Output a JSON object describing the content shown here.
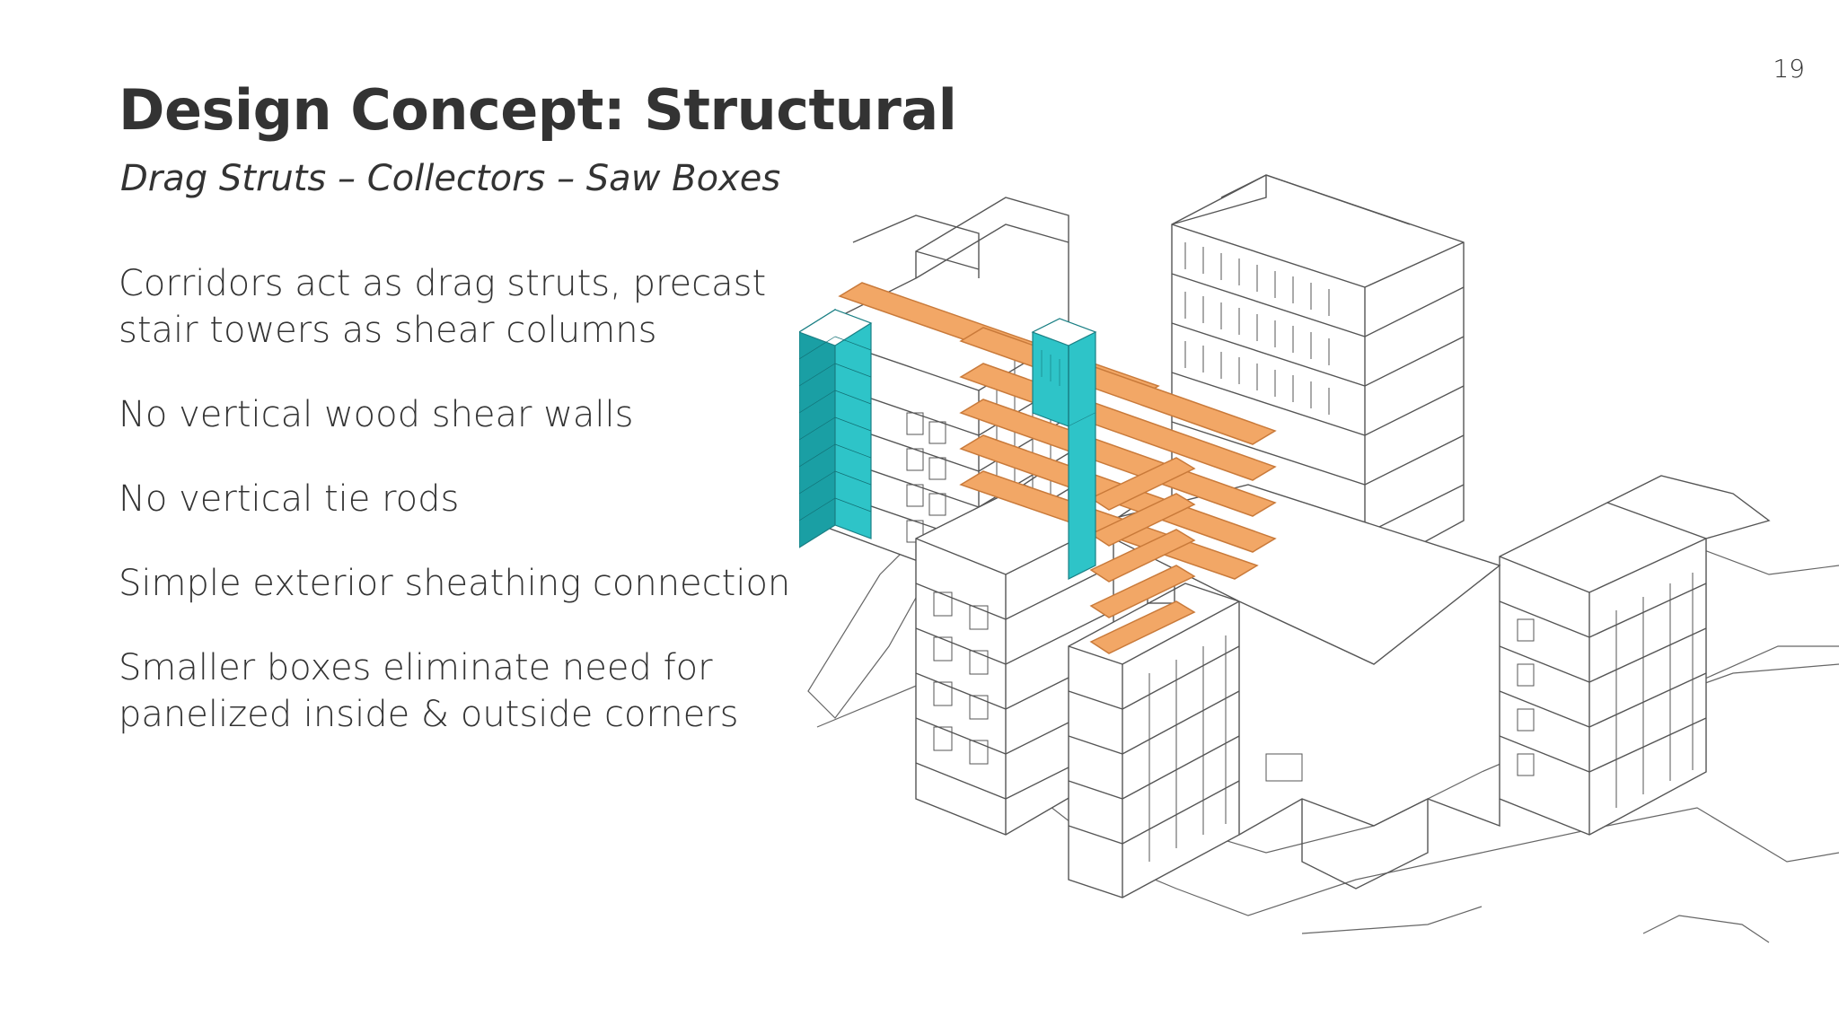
{
  "slide": {
    "page_number": "19",
    "title": "Design Concept: Structural",
    "subtitle": "Drag Struts – Collectors – Saw Boxes",
    "bullets": [
      "Corridors act as drag struts, precast stair towers as shear columns",
      "No vertical wood shear walls",
      "No vertical tie rods",
      "Simple exterior sheathing connection",
      "Smaller boxes eliminate need for panelized inside & outside corners"
    ]
  },
  "figure": {
    "icon": "axonometric-building-drawing",
    "colors": {
      "stair_tower": "#2ec4c8",
      "stair_tower_dark": "#1a9fa4",
      "corridor": "#f2a766",
      "corridor_edge": "#c97a3a",
      "linework": "#555555",
      "background": "#ffffff"
    }
  }
}
